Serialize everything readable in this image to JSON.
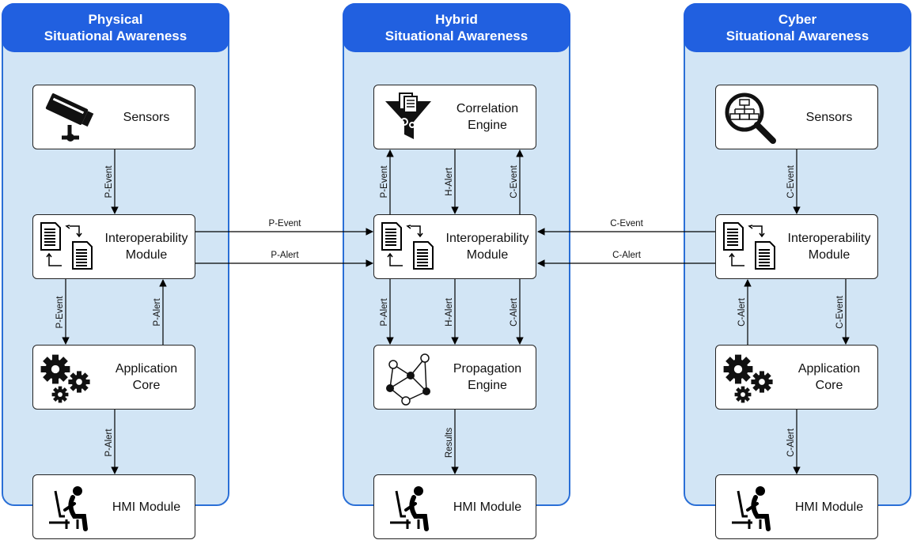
{
  "lanes": {
    "physical": {
      "title_line1": "Physical",
      "title_line2": "Situational Awareness"
    },
    "hybrid": {
      "title_line1": "Hybrid",
      "title_line2": "Situational Awareness"
    },
    "cyber": {
      "title_line1": "Cyber",
      "title_line2": "Situational Awareness"
    }
  },
  "boxes": {
    "physical": {
      "sensors": {
        "label": "Sensors",
        "icon": "security-camera-icon"
      },
      "interop": {
        "label": "Interoperability\nModule",
        "icon": "documents-exchange-icon"
      },
      "core": {
        "label": "Application\nCore",
        "icon": "gears-icon"
      },
      "hmi": {
        "label": "HMI Module",
        "icon": "operator-at-computer-icon"
      }
    },
    "hybrid": {
      "correlation": {
        "label": "Correlation\nEngine",
        "icon": "funnel-documents-icon"
      },
      "interop": {
        "label": "Interoperability\nModule",
        "icon": "documents-exchange-icon"
      },
      "propagation": {
        "label": "Propagation\nEngine",
        "icon": "graph-network-icon"
      },
      "hmi": {
        "label": "HMI Module",
        "icon": "operator-at-computer-icon"
      }
    },
    "cyber": {
      "sensors": {
        "label": "Sensors",
        "icon": "network-magnifier-icon"
      },
      "interop": {
        "label": "Interoperability\nModule",
        "icon": "documents-exchange-icon"
      },
      "core": {
        "label": "Application\nCore",
        "icon": "gears-icon"
      },
      "hmi": {
        "label": "HMI Module",
        "icon": "operator-at-computer-icon"
      }
    }
  },
  "edges": {
    "p_sensors_interop": "P-Event",
    "p_interop_core_event": "P-Event",
    "p_core_interop_alert": "P-Alert",
    "p_core_hmi": "P-Alert",
    "p_to_h_event": "P-Event",
    "p_to_h_alert": "P-Alert",
    "h_up_pevent": "P-Event",
    "h_down_halert": "H-Alert",
    "h_up_cevent": "C-Event",
    "h_down_palert": "P-Alert",
    "h_down_halert2": "H-Alert",
    "h_down_calert": "C-Alert",
    "h_results": "Results",
    "c_to_h_event": "C-Event",
    "c_to_h_alert": "C-Alert",
    "c_sensors_interop": "C-Event",
    "c_core_interop_alert": "C-Alert",
    "c_interop_core_event": "C-Event",
    "c_core_hmi": "C-Alert"
  },
  "colors": {
    "lane_fill": "#d2e5f5",
    "lane_border": "#2a6fd6",
    "header_fill": "#2160e0"
  }
}
